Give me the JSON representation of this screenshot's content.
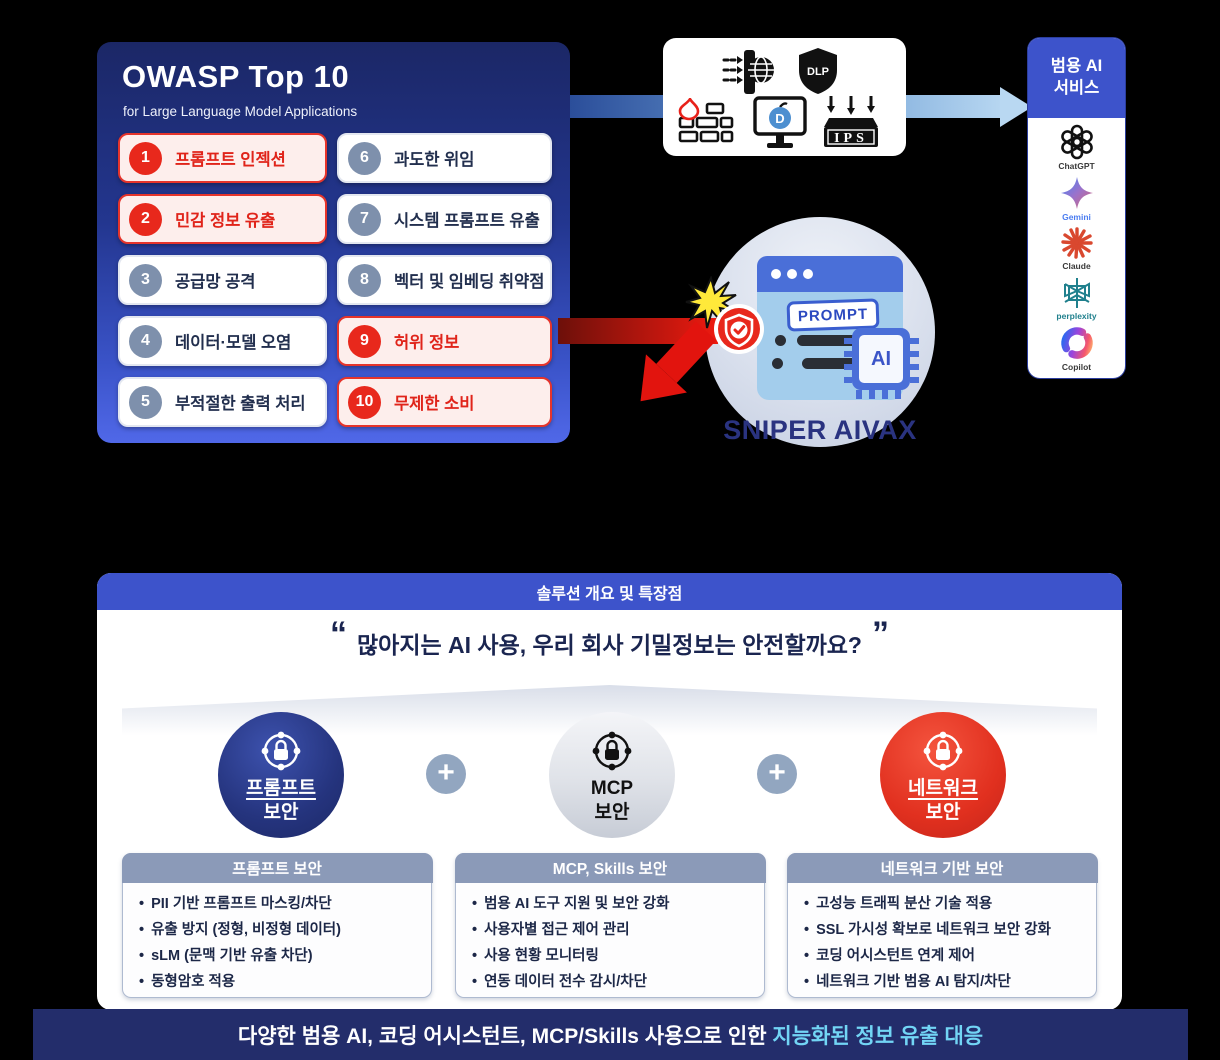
{
  "owasp": {
    "title": "OWASP Top 10",
    "subtitle": "for Large Language Model Applications",
    "items": [
      {
        "num": "1",
        "label": "프롬프트 인젝션",
        "highlight": true
      },
      {
        "num": "2",
        "label": "민감 정보 유출",
        "highlight": true
      },
      {
        "num": "3",
        "label": "공급망 공격",
        "highlight": false
      },
      {
        "num": "4",
        "label": "데이터·모델 오염",
        "highlight": false
      },
      {
        "num": "5",
        "label": "부적절한 출력 처리",
        "highlight": false
      },
      {
        "num": "6",
        "label": "과도한 위임",
        "highlight": false
      },
      {
        "num": "7",
        "label": "시스템 프롬프트 유출",
        "highlight": false
      },
      {
        "num": "8",
        "label": "벡터 및 임베딩 취약점",
        "highlight": false
      },
      {
        "num": "9",
        "label": "허위 정보",
        "highlight": true
      },
      {
        "num": "10",
        "label": "무제한 소비",
        "highlight": true
      }
    ]
  },
  "secbox": {
    "dlp": "DLP",
    "ips": "IPS",
    "bomb_letter": "D"
  },
  "ai": {
    "title1": "범용 AI",
    "title2": "서비스",
    "logos": [
      {
        "label": "ChatGPT"
      },
      {
        "label": "Gemini"
      },
      {
        "label": "Claude"
      },
      {
        "label": "perplexity"
      },
      {
        "label": "Copilot"
      }
    ]
  },
  "sniper": {
    "prompt": "PROMPT",
    "chip": "AI",
    "name": "SNIPER AIVAX"
  },
  "solution": {
    "header": "솔루션 개요 및 특장점",
    "quote_open": "“",
    "quote_close": "”",
    "quote": "많아지는 AI 사용, 우리 회사 기밀정보는 안전할까요?",
    "plus": "+",
    "pillars": [
      {
        "line1": "프롬프트",
        "line2": "보안"
      },
      {
        "line1": "MCP",
        "line2": "보안"
      },
      {
        "line1": "네트워크",
        "line2": "보안"
      }
    ],
    "cards": [
      {
        "title": "프롬프트 보안",
        "items": [
          "PII 기반 프롬프트 마스킹/차단",
          "유출 방지 (정형, 비정형 데이터)",
          "sLM (문맥 기반 유출 차단)",
          "동형암호 적용"
        ]
      },
      {
        "title": "MCP, Skills 보안",
        "items": [
          "범용 AI 도구 지원 및 보안 강화",
          "사용자별 접근 제어 관리",
          "사용 현황 모니터링",
          "연동 데이터 전수 감시/차단"
        ]
      },
      {
        "title": "네트워크 기반 보안",
        "items": [
          "고성능 트래픽 분산 기술 적용",
          "SSL 가시성 확보로 네트워크 보안 강화",
          "코딩 어시스턴트 연계 제어",
          "네트워크 기반 범용 AI 탐지/차단"
        ]
      }
    ]
  },
  "footer": {
    "white": "다양한 범용 AI, 코딩 어시스턴트, MCP/Skills 사용으로 인한 ",
    "cyan": "지능화된 정보 유출 대응"
  },
  "colors": {
    "panel_navy_top": "#1b2766",
    "panel_blue_bottom": "#5068e8",
    "alert_red": "#e8281c",
    "header_blue": "#3d53cb",
    "card_header": "#8b9ab8",
    "footer_bg": "#232d6b",
    "highlight_cyan": "#72d5f5",
    "pillar_navy": "#25347e",
    "pillar_red": "#d92b1f",
    "arrow_blue_light": "#b9d8f2"
  }
}
